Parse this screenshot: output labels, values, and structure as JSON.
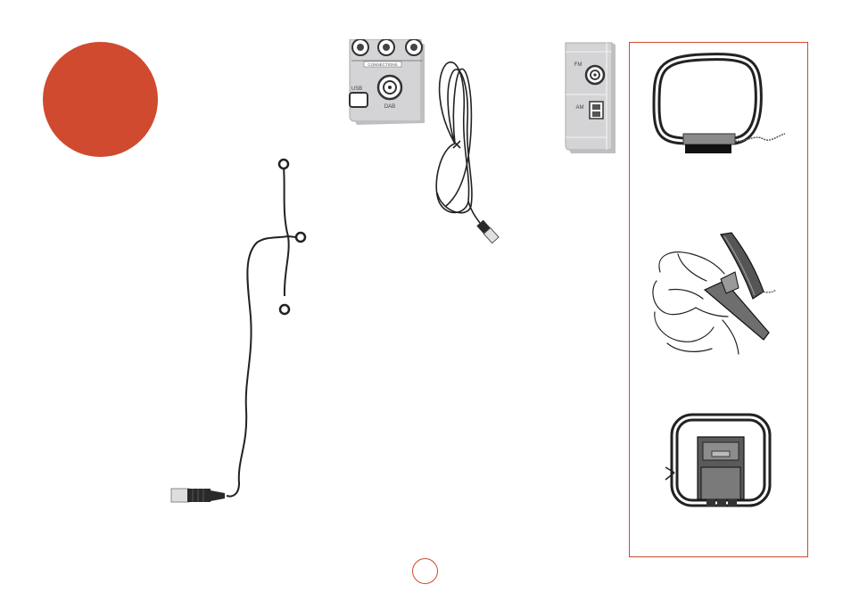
{
  "colors": {
    "accent": "#cf4a2e",
    "panel_grey": "#d4d4d6",
    "ink": "#222222"
  },
  "rear_panel_dab": {
    "group_label": "CONNECTIONS",
    "usb_label": "USB",
    "dab_label": "DAB"
  },
  "rear_panel_fm_am": {
    "fm_label": "FM",
    "am_label": "AM"
  }
}
